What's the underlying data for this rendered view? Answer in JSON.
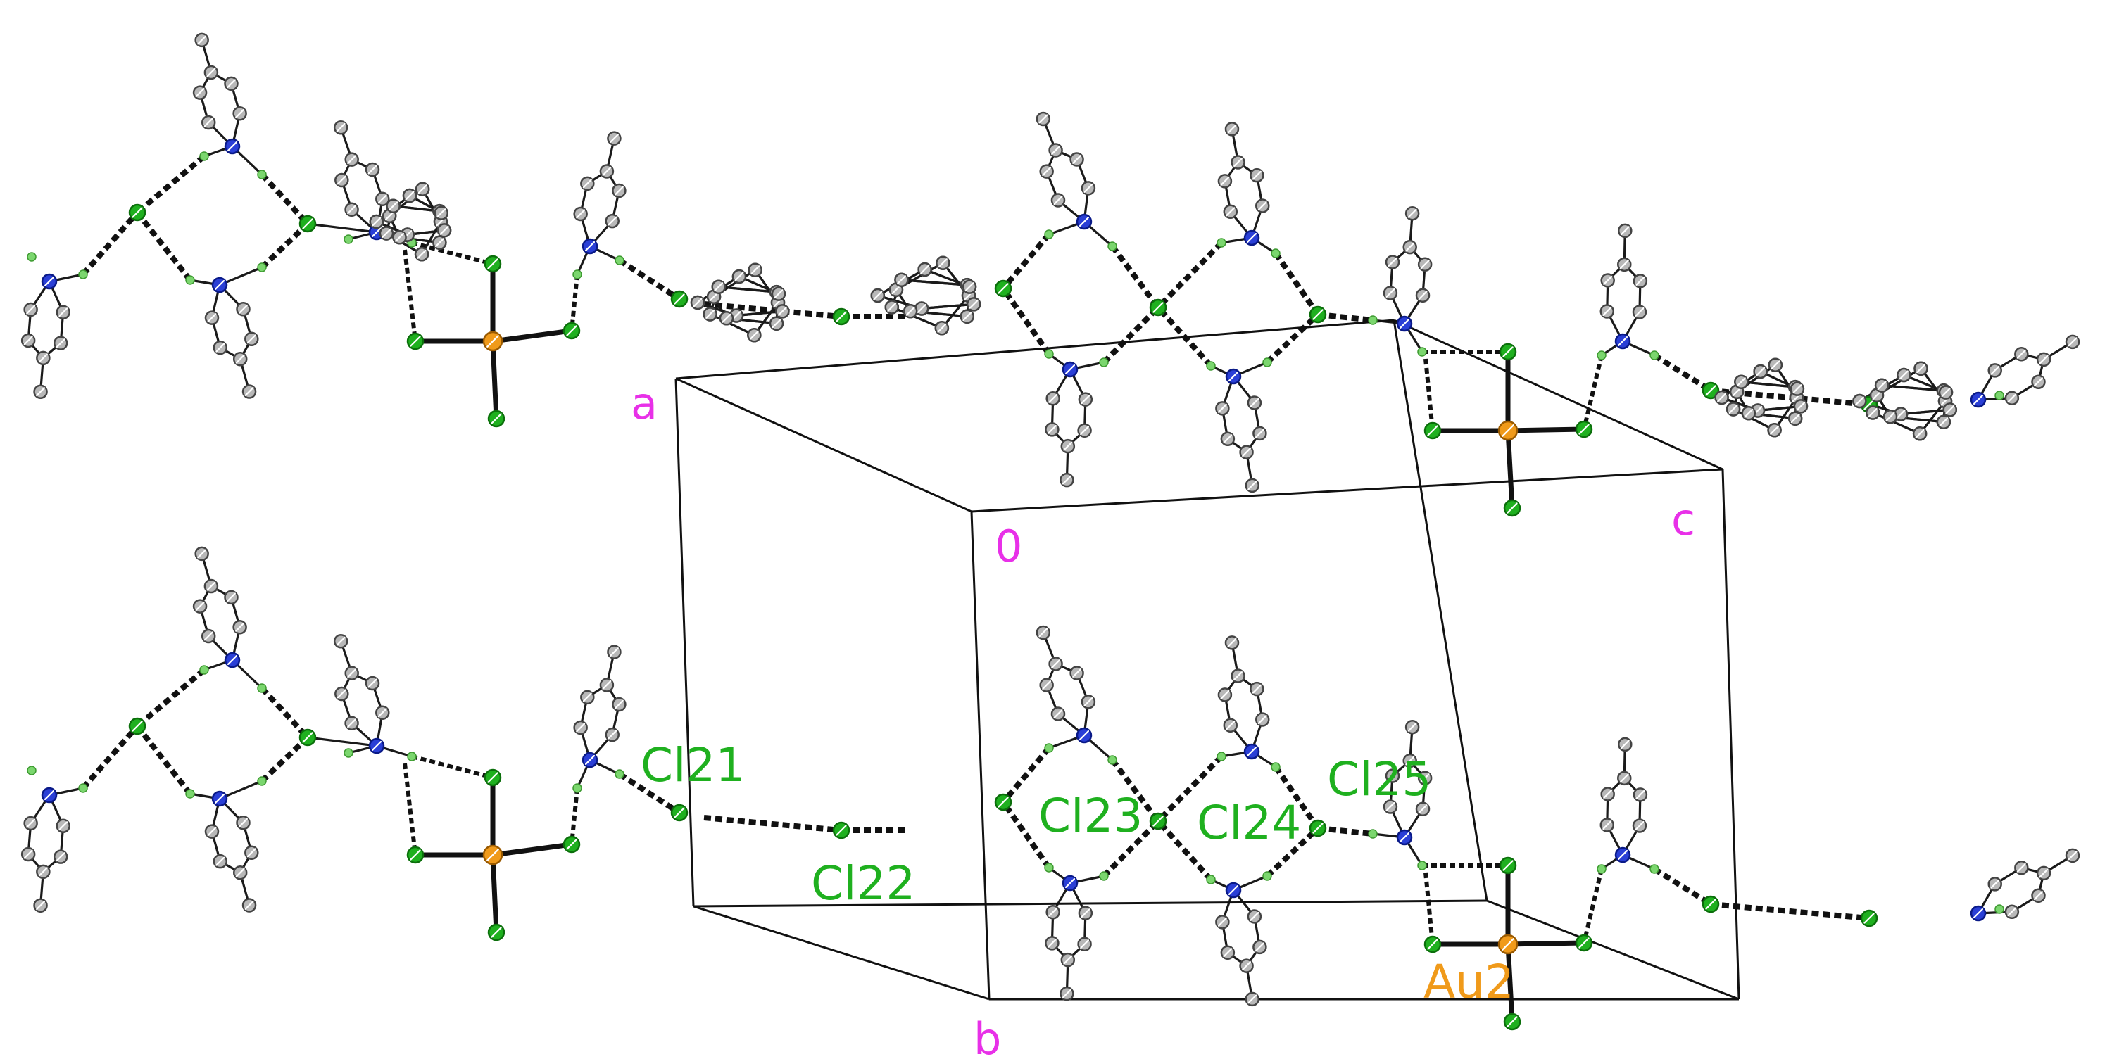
{
  "colors": {
    "carbon": "#b8b8b8",
    "carbon_stroke": "#444444",
    "nitrogen": "#2a3fd6",
    "hydrogen": "#7bd66e",
    "chlorine": "#1fb01f",
    "chlorine_stroke": "#0b6f0b",
    "gold": "#f09a1a",
    "gold_stroke": "#9a5a00",
    "axis_label": "#e830e8",
    "chlorine_label": "#1fb01f",
    "gold_label": "#f09a1a"
  },
  "axis_labels": {
    "a": "a",
    "origin": "0",
    "b": "b",
    "c": "c"
  },
  "atom_labels": [
    "Cl21",
    "Cl22",
    "Cl23",
    "Cl24",
    "Cl25",
    "Au2"
  ]
}
